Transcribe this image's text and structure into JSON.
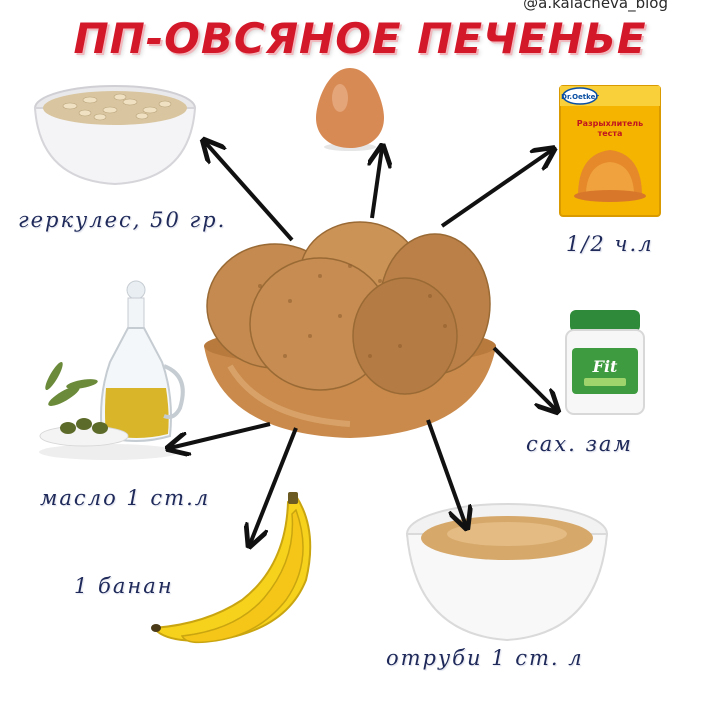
{
  "handle": "@a.kalacheva_blog",
  "title": "ПП-ОВСЯНОЕ ПЕЧЕНЬЕ",
  "ingredients": [
    {
      "name": "oats",
      "label": "геркулес, 50 гр."
    },
    {
      "name": "egg",
      "label": ""
    },
    {
      "name": "baking-powder",
      "label": "1/2 ч.л",
      "brand": "Dr.Oetker",
      "product": "Разрыхлитель теста"
    },
    {
      "name": "sweetener",
      "label": "сах. зам",
      "brand": "Fit"
    },
    {
      "name": "bran",
      "label": "отруби 1 ст. л"
    },
    {
      "name": "banana",
      "label": "1 банан"
    },
    {
      "name": "oil",
      "label": "масло 1 ст.л"
    }
  ],
  "colors": {
    "title": "#d3182a",
    "label": "#1f2a5a",
    "arrow": "#111111"
  }
}
